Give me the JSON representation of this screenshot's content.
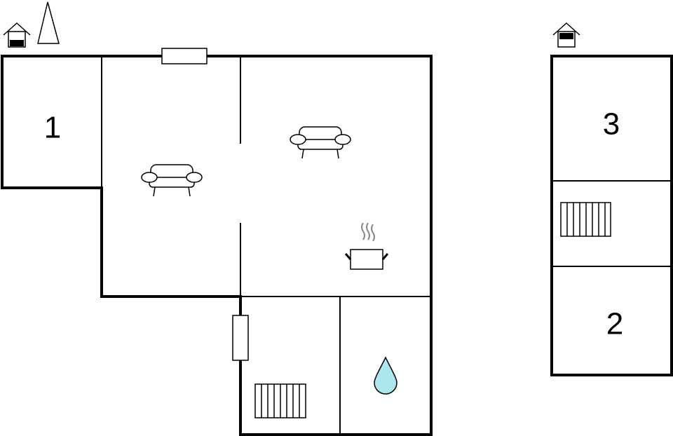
{
  "plans": [
    {
      "rooms": [
        {
          "id": "room-1",
          "number": "1"
        }
      ]
    },
    {
      "rooms": [
        {
          "id": "room-3",
          "number": "3"
        },
        {
          "id": "room-2",
          "number": "2"
        }
      ]
    }
  ],
  "icons": {
    "entrance": "entrance-house-icon",
    "north": "north-arrow-icon",
    "sofa": "sofa-icon",
    "kitchen": "cooking-pot-icon",
    "bathroom": "water-drop-icon",
    "radiator": "radiator-icon",
    "window": "window-icon"
  },
  "colors": {
    "walls": "#000000",
    "water_drop": "#aee6ee",
    "steam": "#888888"
  }
}
